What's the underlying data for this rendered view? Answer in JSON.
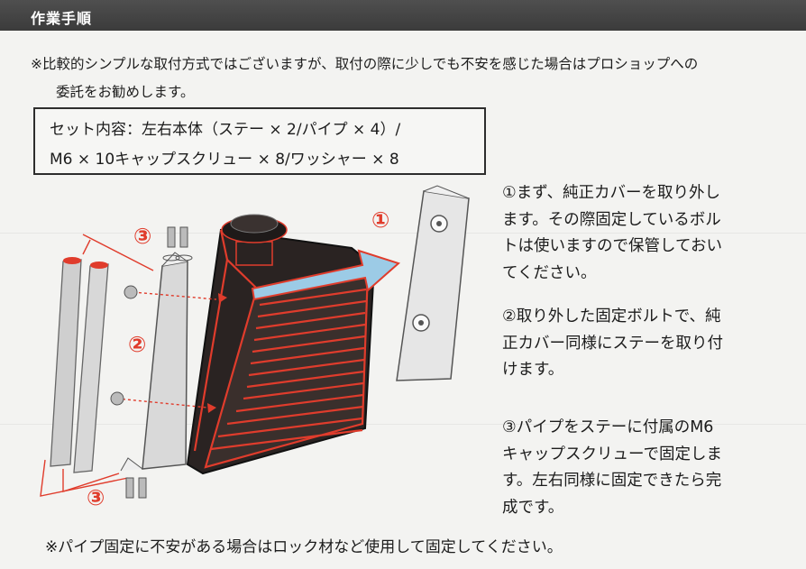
{
  "header": {
    "title": "作業手順"
  },
  "note_top": {
    "line1": "※比較的シンプルな取付方式ではございますが、取付の際に少しでも不安を感じた場合はプロショップへの",
    "line2": "委託をお勧めします。"
  },
  "contents": {
    "line1": "セット内容：左右本体（ステー × 2/パイプ × 4）/",
    "line2": "M6 × 10キャップスクリュー × 8/ワッシャー × 8"
  },
  "steps": [
    {
      "lines": [
        "①まず、純正カバーを取り外し",
        "ます。その際固定しているボル",
        "トは使いますので保管しておい",
        "てください。"
      ]
    },
    {
      "lines": [
        "②取り外した固定ボルトで、純",
        "正カバー同様にステーを取り付",
        "けます。"
      ]
    },
    {
      "lines": [
        "③パイプをステーに付属のM6",
        "キャップスクリューで固定しま",
        "す。左右同様に固定できたら完",
        "成です。"
      ]
    }
  ],
  "note_bottom": "※パイプ固定に不安がある場合はロック材など使用して固定してください。",
  "diagram": {
    "label_1": "①",
    "label_2": "②",
    "label_3_top": "③",
    "label_3_bottom": "③"
  },
  "colors": {
    "accent_red": "#e03c2c",
    "arrow_blue": "#9ccbe6",
    "header_bg": "#444444"
  }
}
